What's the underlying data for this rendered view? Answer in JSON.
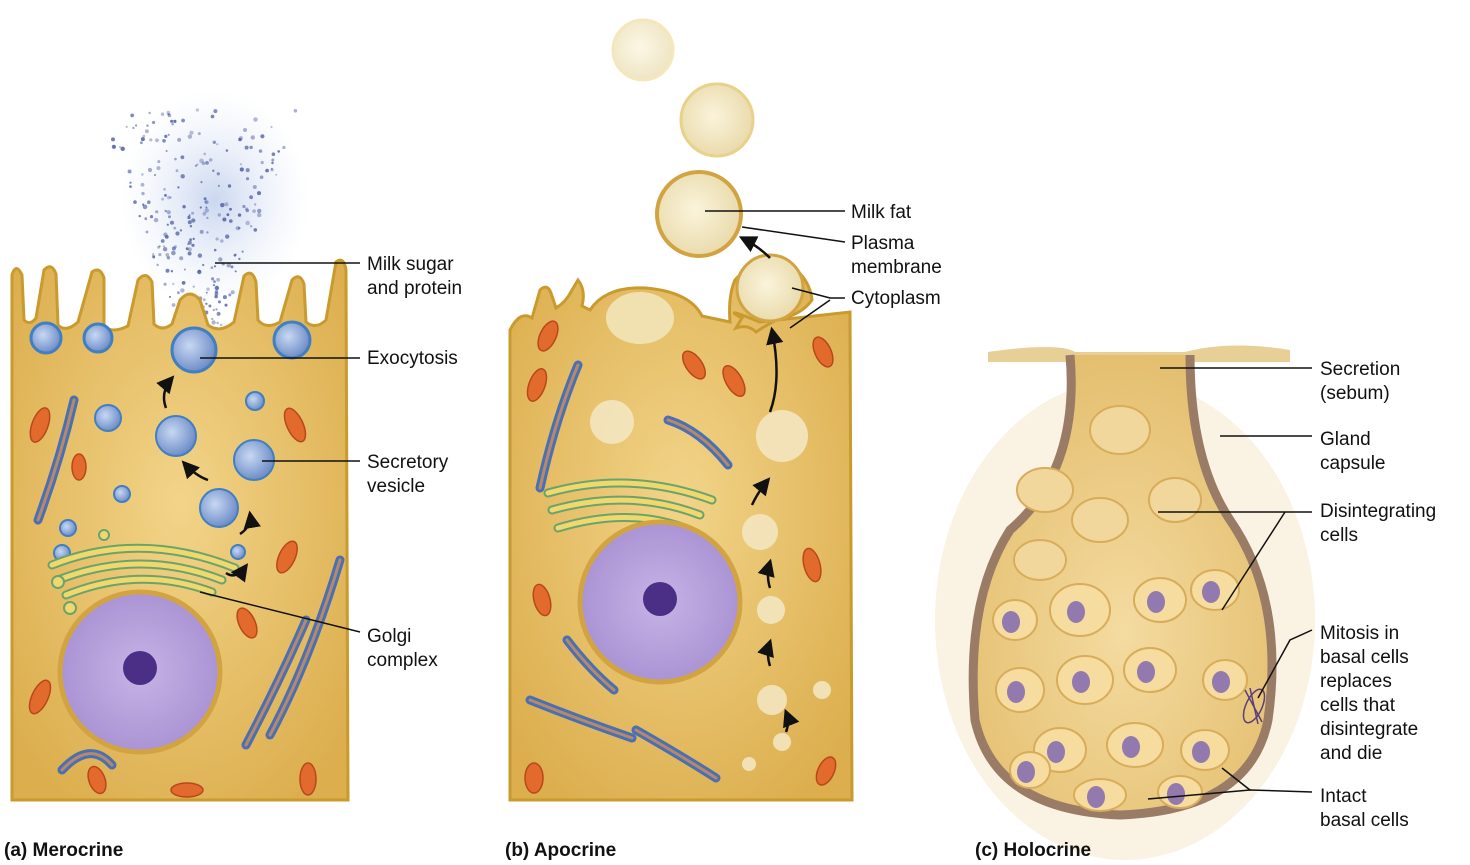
{
  "panels": {
    "merocrine": {
      "caption": "(a) Merocrine",
      "labels": {
        "milk_sugar": "Milk sugar\nand protein",
        "exocytosis": "Exocytosis",
        "secretory_vesicle": "Secretory\nvesicle",
        "golgi": "Golgi\ncomplex"
      }
    },
    "apocrine": {
      "caption": "(b) Apocrine",
      "labels": {
        "milk_fat": "Milk fat",
        "plasma_membrane": "Plasma\nmembrane",
        "cytoplasm": "Cytoplasm"
      }
    },
    "holocrine": {
      "caption": "(c) Holocrine",
      "labels": {
        "secretion": "Secretion\n(sebum)",
        "gland_capsule": "Gland\ncapsule",
        "disintegrating": "Disintegrating\ncells",
        "mitosis": "Mitosis in\nbasal cells\nreplaces\ncells that\ndisintegrate\nand die",
        "intact_basal": "Intact\nbasal cells"
      }
    }
  },
  "colors": {
    "cytoplasm": "#e6bd62",
    "cell_border": "#c99a2e",
    "vesicle": "#7fa3d8",
    "nucleus": "#b9a2d9",
    "nucleolus": "#4b2f86",
    "mitochondria": "#e26a2c",
    "er": "#4a6fb2",
    "golgi": "#f0d870",
    "capsule": "#9a7b66"
  }
}
